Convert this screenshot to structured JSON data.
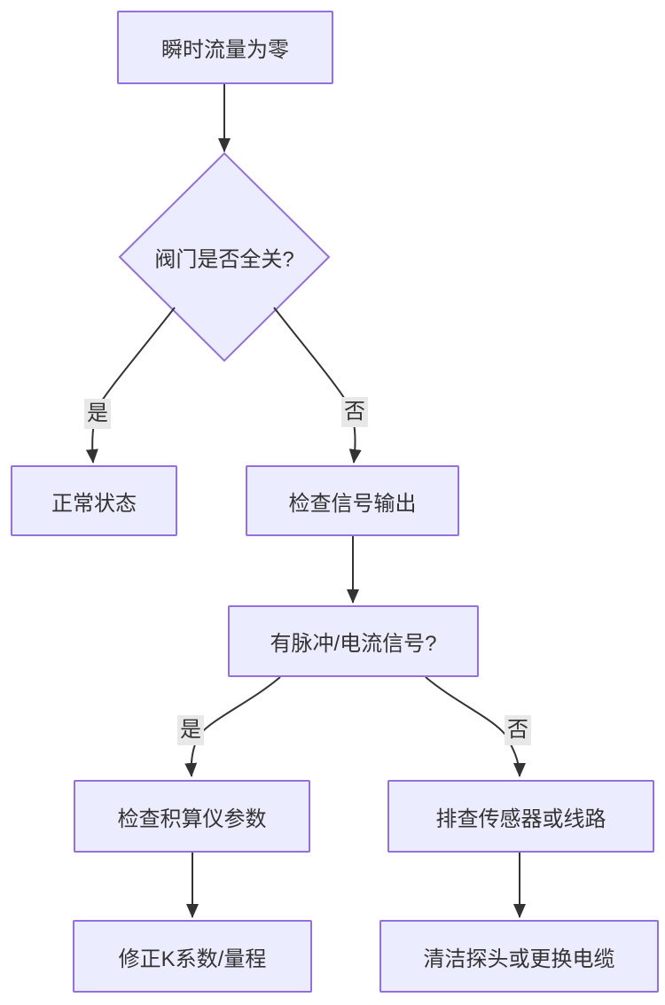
{
  "diagram": {
    "nodes": {
      "start": {
        "label": "瞬时流量为零",
        "shape": "rectangle"
      },
      "valve_check": {
        "label": "阀门是否全关?",
        "shape": "diamond"
      },
      "normal_state": {
        "label": "正常状态",
        "shape": "rectangle"
      },
      "check_signal": {
        "label": "检查信号输出",
        "shape": "rectangle"
      },
      "pulse_current": {
        "label": "有脉冲/电流信号?",
        "shape": "rectangle"
      },
      "check_totalizer": {
        "label": "检查积算仪参数",
        "shape": "rectangle"
      },
      "inspect_sensor": {
        "label": "排查传感器或线路",
        "shape": "rectangle"
      },
      "fix_k_factor": {
        "label": "修正K系数/量程",
        "shape": "rectangle"
      },
      "clean_probe": {
        "label": "清洁探头或更换电缆",
        "shape": "rectangle"
      }
    },
    "edge_labels": {
      "valve_yes": "是",
      "valve_no": "否",
      "signal_yes": "是",
      "signal_no": "否"
    },
    "edges": [
      {
        "from": "瞬时流量为零",
        "to": "阀门是否全关?",
        "label": ""
      },
      {
        "from": "阀门是否全关?",
        "to": "正常状态",
        "label": "是"
      },
      {
        "from": "阀门是否全关?",
        "to": "检查信号输出",
        "label": "否"
      },
      {
        "from": "检查信号输出",
        "to": "有脉冲/电流信号?",
        "label": ""
      },
      {
        "from": "有脉冲/电流信号?",
        "to": "检查积算仪参数",
        "label": "是"
      },
      {
        "from": "有脉冲/电流信号?",
        "to": "排查传感器或线路",
        "label": "否"
      },
      {
        "from": "检查积算仪参数",
        "to": "修正K系数/量程",
        "label": ""
      },
      {
        "from": "排查传感器或线路",
        "to": "清洁探头或更换电缆",
        "label": ""
      }
    ],
    "colors": {
      "node_fill": "#ECECFF",
      "node_border": "#9370DB",
      "edge_line": "#333333",
      "text": "#333333",
      "edge_label_bg": "#E8E8E8",
      "background": "#FFFFFF"
    }
  }
}
